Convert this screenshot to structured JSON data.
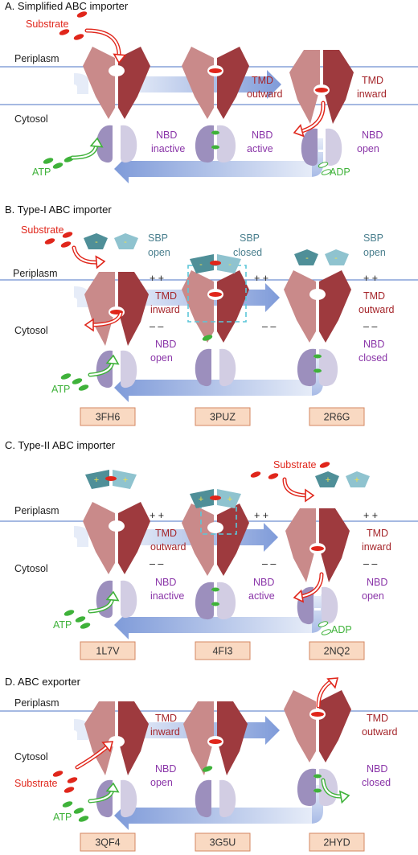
{
  "colors": {
    "tmd_left": "#c98a8a",
    "tmd_right": "#9e3a3e",
    "nbd_left": "#9c8fbd",
    "nbd_right": "#d2cde3",
    "membrane": "#6f8fd0",
    "substrate": "#e0261b",
    "atp": "#3fb23a",
    "tmd_text": "#a5262b",
    "nbd_text": "#8a35a8",
    "sbp_text": "#4a7f8e",
    "sbp_dark": "#4f8f98",
    "sbp_light": "#8fc3cf",
    "flow_arrow": "#8ea7de",
    "pdb_fill": "#f9d9c2",
    "pdb_stroke": "#d48762",
    "dashed_box": "#5bc6d9"
  },
  "panels": [
    {
      "title": "A. Simplified ABC importer",
      "membrane_top_label": "Periplasm",
      "membrane_bottom_label": "Cytosol",
      "substrate_label": "Substrate",
      "atp_label": "ATP",
      "adp_label": "ADP",
      "states": [
        {
          "tmd_label": "",
          "tmd_state": "",
          "nbd_label": "NBD",
          "nbd_state": "inactive"
        },
        {
          "tmd_label": "TMD",
          "tmd_state": "outward",
          "nbd_label": "NBD",
          "nbd_state": "active"
        },
        {
          "tmd_label": "TMD",
          "tmd_state": "inward",
          "nbd_label": "NBD",
          "nbd_state": "open"
        }
      ],
      "pdb_codes": []
    },
    {
      "title": "B. Type-I ABC importer",
      "membrane_top_label": "Periplasm",
      "membrane_bottom_label": "Cytosol",
      "substrate_label": "Substrate",
      "atp_label": "ATP",
      "adp_label": "",
      "sbp_label": "SBP",
      "sbp_states": [
        "open",
        "closed",
        "open"
      ],
      "charge_plus": "+ +",
      "charge_minus": "– –",
      "states": [
        {
          "tmd_label": "TMD",
          "tmd_state": "inward",
          "nbd_label": "NBD",
          "nbd_state": "open"
        },
        {
          "tmd_label": "",
          "tmd_state": "",
          "nbd_label": "",
          "nbd_state": ""
        },
        {
          "tmd_label": "TMD",
          "tmd_state": "outward",
          "nbd_label": "NBD",
          "nbd_state": "closed"
        }
      ],
      "pdb_codes": [
        "3FH6",
        "3PUZ",
        "2R6G"
      ]
    },
    {
      "title": "C. Type-II ABC importer",
      "membrane_top_label": "Periplasm",
      "membrane_bottom_label": "Cytosol",
      "substrate_label": "Substrate",
      "atp_label": "ATP",
      "adp_label": "ADP",
      "charge_plus": "+ +",
      "charge_minus": "– –",
      "states": [
        {
          "tmd_label": "TMD",
          "tmd_state": "outward",
          "nbd_label": "NBD",
          "nbd_state": "inactive"
        },
        {
          "tmd_label": "",
          "tmd_state": "",
          "nbd_label": "NBD",
          "nbd_state": "active"
        },
        {
          "tmd_label": "TMD",
          "tmd_state": "inward",
          "nbd_label": "NBD",
          "nbd_state": "open"
        }
      ],
      "pdb_codes": [
        "1L7V",
        "4FI3",
        "2NQ2"
      ]
    },
    {
      "title": "D. ABC exporter",
      "membrane_top_label": "Periplasm",
      "membrane_bottom_label": "Cytosol",
      "substrate_label": "Substrate",
      "atp_label": "ATP",
      "adp_label": "",
      "states": [
        {
          "tmd_label": "TMD",
          "tmd_state": "inward",
          "nbd_label": "NBD",
          "nbd_state": "open"
        },
        {
          "tmd_label": "",
          "tmd_state": "",
          "nbd_label": "",
          "nbd_state": ""
        },
        {
          "tmd_label": "TMD",
          "tmd_state": "outward",
          "nbd_label": "NBD",
          "nbd_state": "closed"
        }
      ],
      "pdb_codes": [
        "3QF4",
        "3G5U",
        "2HYD"
      ]
    }
  ]
}
